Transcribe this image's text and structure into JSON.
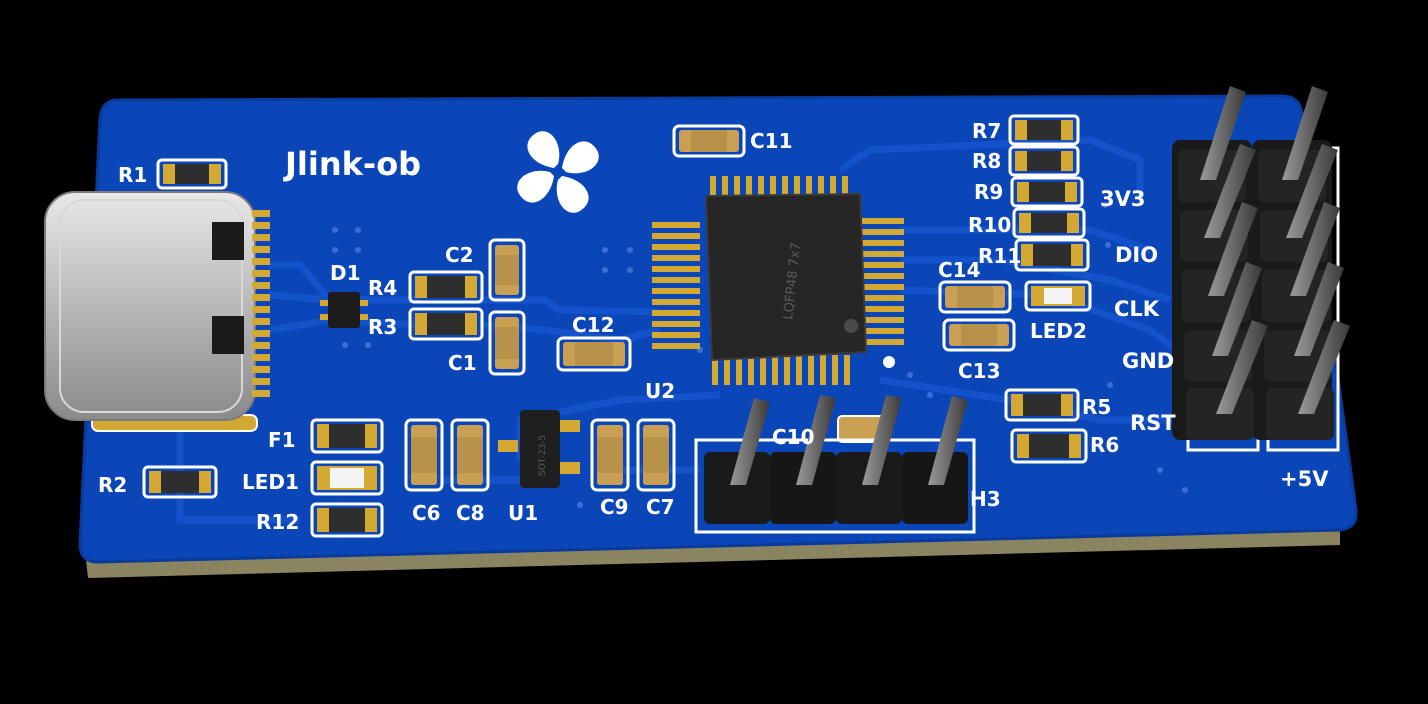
{
  "board": {
    "title": "Jlink-ob",
    "colors": {
      "background": "#000000",
      "board": "#0b46b8",
      "board_edge": "#0a3a9a",
      "substrate": "#8a8460",
      "trace": "#1250c8",
      "pad": "#d4a933",
      "silkscreen": "#ffffff",
      "capacitor": "#c9a053",
      "resistor": "#2e2e2e",
      "ic": "#262626",
      "usb": "#c8c8c8"
    }
  },
  "labels": {
    "R1": "R1",
    "R2": "R2",
    "R3": "R3",
    "R4": "R4",
    "R5": "R5",
    "R6": "R6",
    "R7": "R7",
    "R8": "R8",
    "R9": "R9",
    "R10": "R10",
    "R11": "R11",
    "R12": "R12",
    "C1": "C1",
    "C2": "C2",
    "C6": "C6",
    "C7": "C7",
    "C8": "C8",
    "C9": "C9",
    "C10": "C10",
    "C11": "C11",
    "C12": "C12",
    "C13": "C13",
    "C14": "C14",
    "D1": "D1",
    "F1": "F1",
    "LED1": "LED1",
    "LED2": "LED2",
    "U1": "U1",
    "U2": "U2",
    "H3": "H3"
  },
  "pins": {
    "p3v3": "3V3",
    "dio": "DIO",
    "clk": "CLK",
    "gnd": "GND",
    "rst": "RST",
    "p5v": "+5V"
  },
  "chips": {
    "u2_marking": "LQFP48 7x7",
    "u1_marking": "SOT-23-5"
  }
}
